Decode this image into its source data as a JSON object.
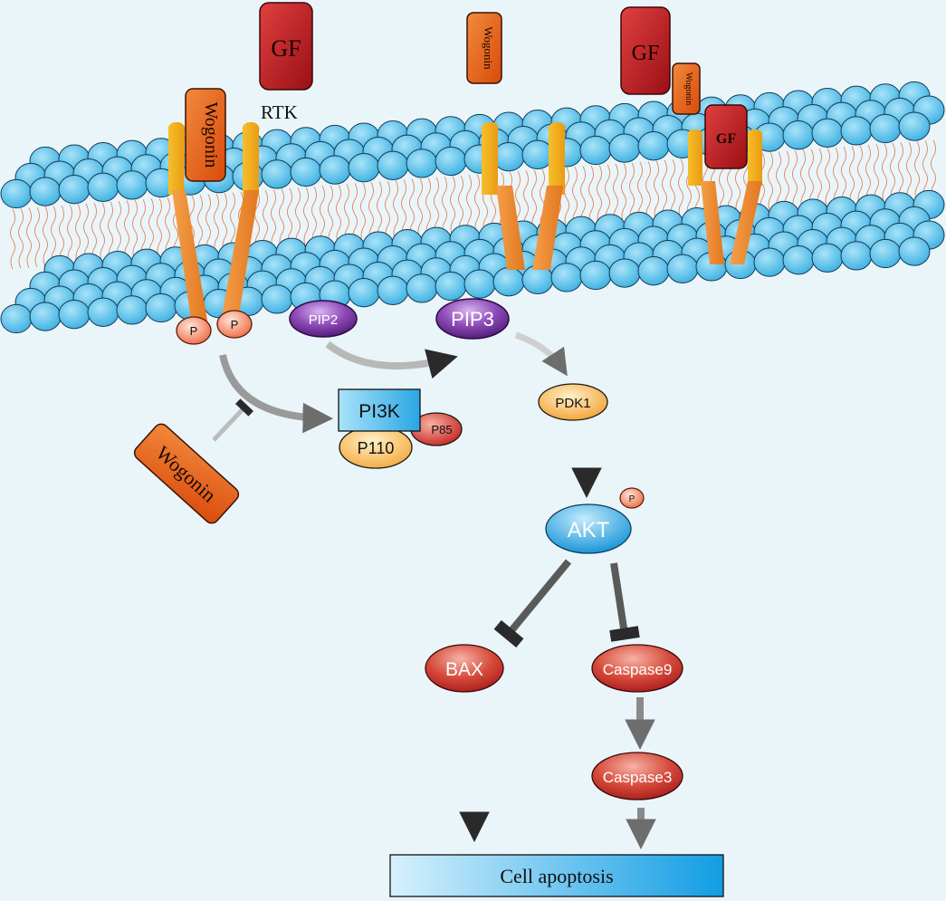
{
  "labels": {
    "rtk": "RTK",
    "gf": "GF",
    "wogonin": "Wogonin",
    "p": "P",
    "pip2": "PIP2",
    "pip3": "PIP3",
    "pi3k": "PI3K",
    "p110": "P110",
    "p85": "P85",
    "pdk1": "PDK1",
    "akt": "AKT",
    "bax": "BAX",
    "caspase9": "Caspase9",
    "caspase3": "Caspase3",
    "cell_apoptosis": "Cell apoptosis"
  },
  "colors": {
    "background": "#eaf5fa",
    "lipid_head": "#5cc3ec",
    "lipid_tail": "#e0703a",
    "receptor": "#f08a2a",
    "receptor_top": "#f5b21e",
    "gf": "#b81a1a",
    "wogonin": "#e85a16",
    "pip": "#6a2c8e",
    "pdk1": "#f7a933",
    "akt": "#1a9de0",
    "apoptotic": "#c6332b",
    "apoptosis_bar": "#1ea6e6"
  }
}
